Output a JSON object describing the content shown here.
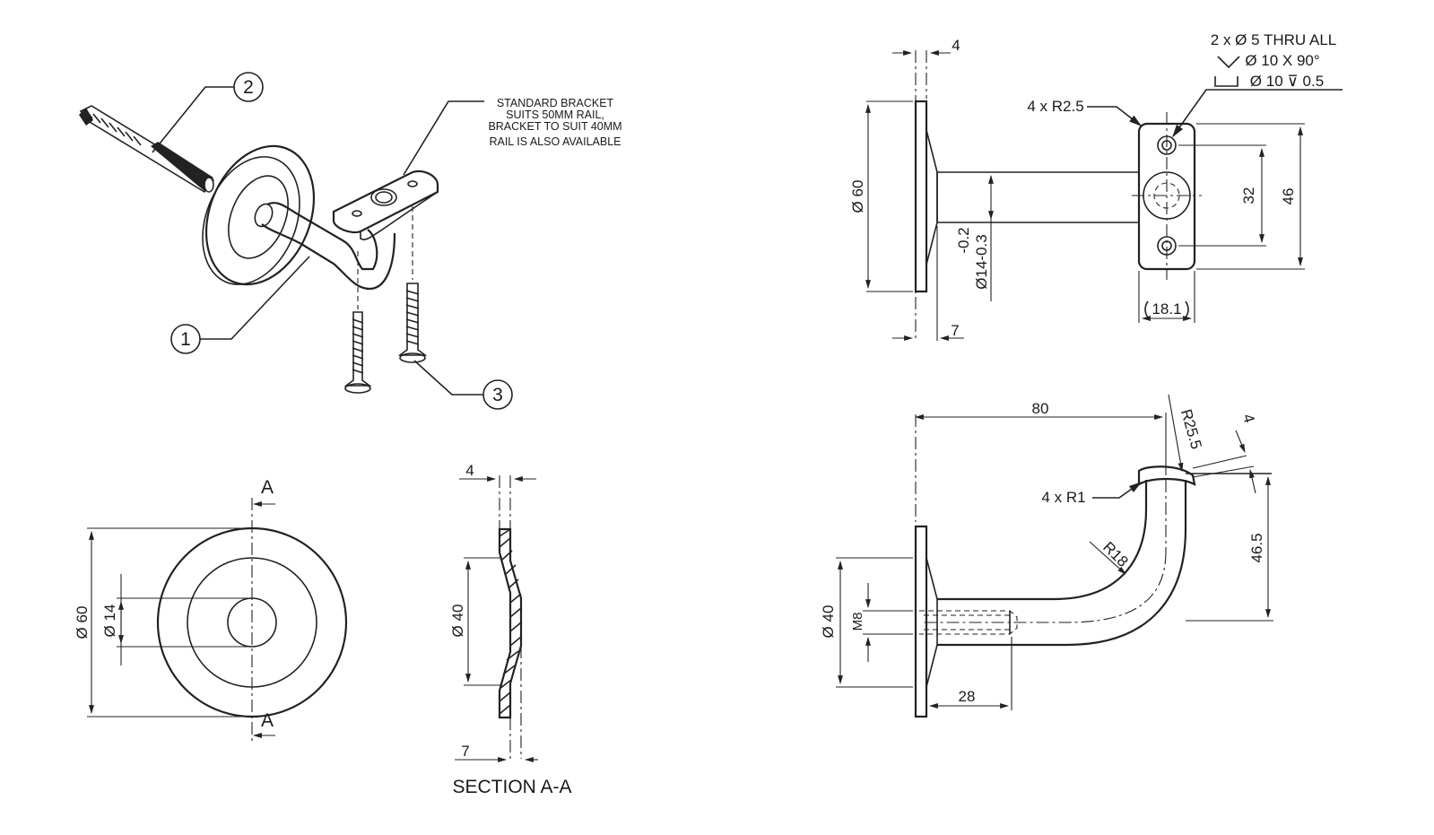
{
  "balloons": {
    "b1": "1",
    "b2": "2",
    "b3": "3"
  },
  "notes": {
    "bracket_line1": "STANDARD BRACKET",
    "bracket_line2": "SUITS 50MM RAIL,",
    "bracket_line3": "BRACKET TO SUIT 40MM",
    "bracket_line4": "RAIL IS ALSO AVAILABLE"
  },
  "side_view": {
    "thickness": "4",
    "dia60": "Ø 60",
    "tol_upper": "-0.2",
    "dia14": "Ø14-0.3",
    "offset7": "7"
  },
  "plate_view": {
    "hole_note1": "2 x Ø 5 THRU ALL",
    "hole_note2": "Ø 10 X 90°",
    "hole_note3": "Ø 10 ⊽ 0.5",
    "corner_radius": "4 x R2.5",
    "dim32": "32",
    "dim46": "46",
    "dim18": "18.1"
  },
  "front_view": {
    "section_label": "A",
    "dia60": "Ø 60",
    "dia14": "Ø 14"
  },
  "section_view": {
    "thickness": "4",
    "dia40": "Ø 40",
    "offset7": "7",
    "title": "SECTION A-A"
  },
  "elevation_view": {
    "dim80": "80",
    "r25": "R25.5",
    "t4": "4",
    "r1": "4 x R1",
    "r18": "R18",
    "h46": "46.5",
    "dia40": "Ø 40",
    "m8": "M8",
    "dim28": "28"
  }
}
